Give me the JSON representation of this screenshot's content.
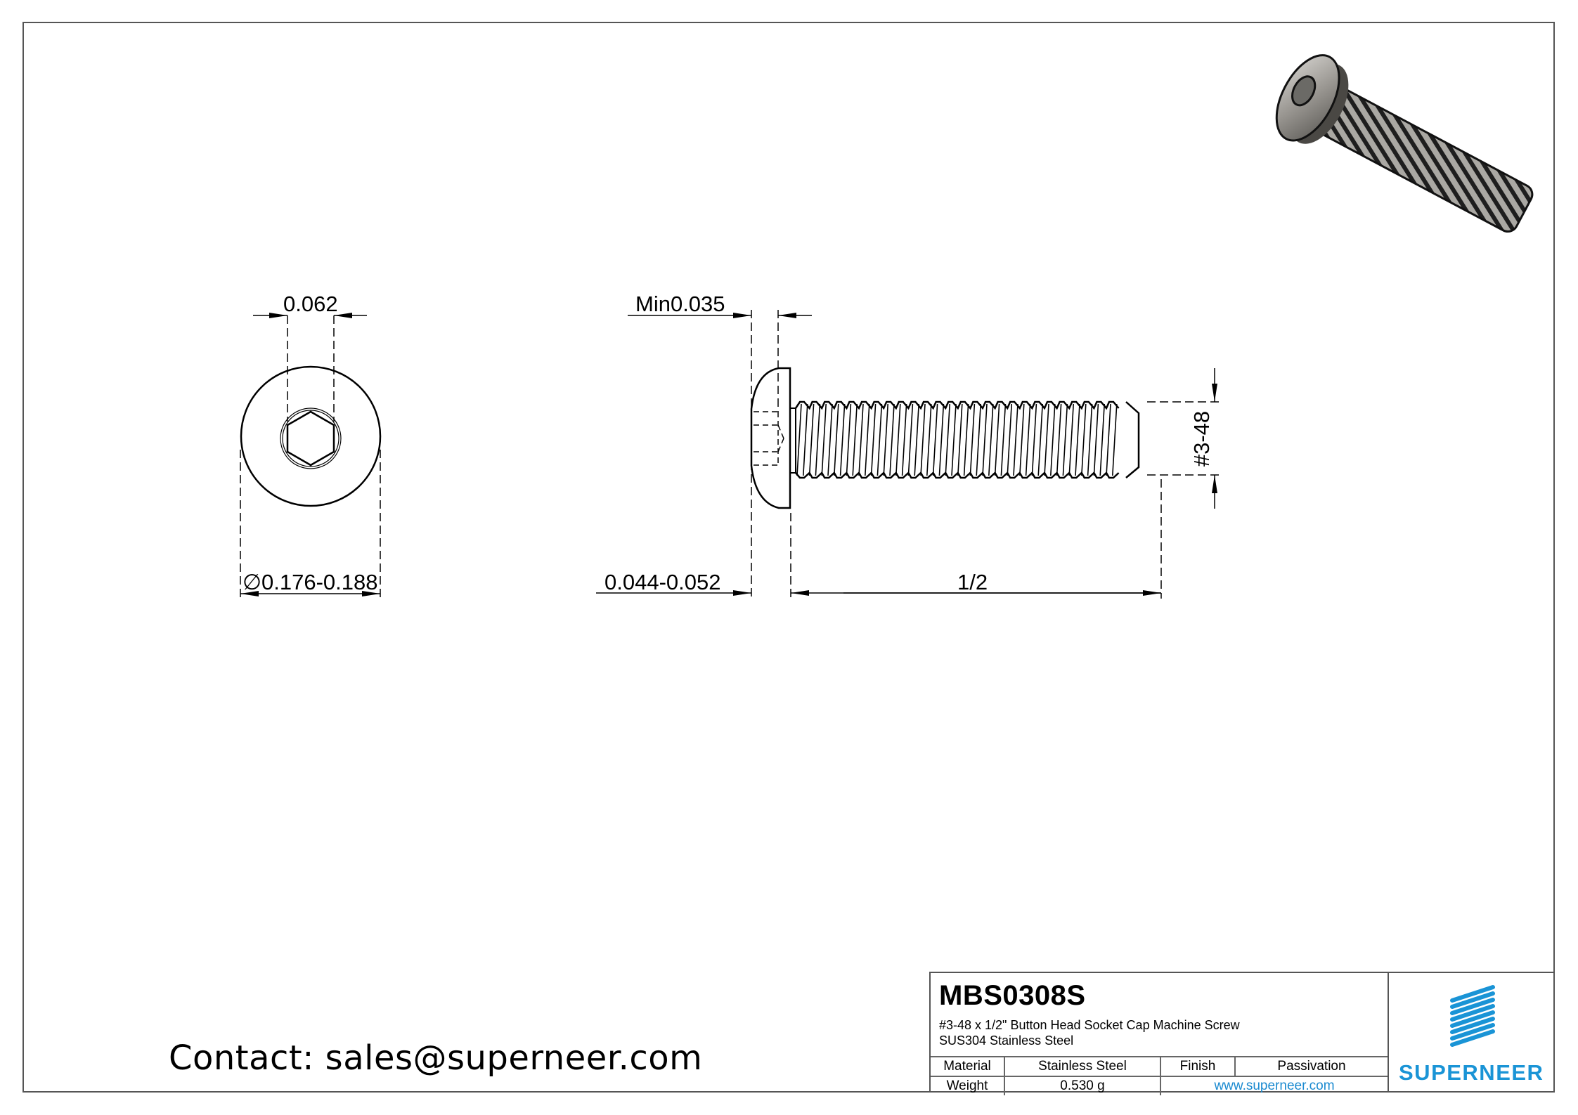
{
  "drawing": {
    "top_view": {
      "hex_size": "0.062",
      "head_diameter_symbol": "∅",
      "head_diameter": "0.176-0.188"
    },
    "side_view": {
      "socket_depth": "Min0.035",
      "head_height": "0.044-0.052",
      "length": "1/2",
      "thread": "#3-48"
    }
  },
  "contact": "Contact: sales@superneer.com",
  "title_block": {
    "part_number": "MBS0308S",
    "description": "#3-48 x 1/2\"   Button Head Socket Cap Machine Screw",
    "material_spec": "SUS304 Stainless Steel",
    "material_label": "Material",
    "material_value": "Stainless Steel",
    "finish_label": "Finish",
    "finish_value": "Passivation",
    "weight_label": "Weight",
    "weight_value": "0.530 g",
    "website": "www.superneer.com"
  },
  "logo": {
    "text": "SUPERNEER",
    "color": "#1a94d6"
  }
}
